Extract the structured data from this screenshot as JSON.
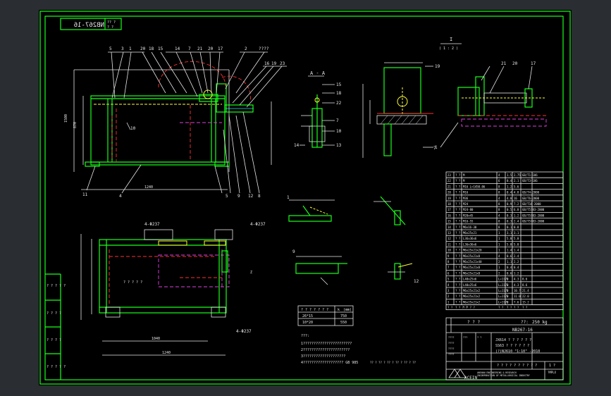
{
  "drawing": {
    "number": "NB267-16",
    "number_mirrored": "NB267-16",
    "title_block": {
      "code": "NB267-16",
      "line1": "JX614 ? ? ? ? ? ?",
      "line2": "SS63 ? ? ? ? ? ?",
      "line3": "(?)NJ610  \"1:10\" -2010",
      "mass_label": "??:",
      "mass_value": "250 kg",
      "total_label": "? ? ?",
      "scale_row": "? ? ? ? ? ? ? ? ? ?",
      "sheet_left": "1 ?",
      "sheet_right": "?MPLX",
      "company": "ACEIN",
      "company_line1": "ANSHAN ENGINEERING & RESEARCH",
      "company_line2": "INCORPORATION OF METALLURGICAL INDUSTRY"
    },
    "section_label": "A - A",
    "detail_label": "I",
    "detail_scale": "( 1 : 2 )",
    "side_labels": [
      "? ? ? ? ?",
      "? ? ? ?",
      "? ? ? ?",
      "? ? ? ? ?"
    ],
    "weld_table": {
      "header": [
        "? ? ? ? ? ? ?",
        "k",
        "(mm)"
      ],
      "rows": [
        [
          "26*15",
          "750"
        ],
        [
          "10*20",
          "550"
        ]
      ]
    },
    "notes": {
      "title": "???:",
      "lines": [
        "1???????????????????????",
        "2??????????????????????",
        "3????????????????????",
        "4??????????????????? GB 985"
      ]
    },
    "callouts_top": [
      "5",
      "3",
      "1",
      "20",
      "18",
      "15",
      "14",
      "7",
      "21",
      "20",
      "17",
      "2",
      "????",
      "16",
      "19",
      "23"
    ],
    "callouts_bottom": [
      "11",
      "4",
      "5",
      "10",
      "9",
      "12",
      "8"
    ],
    "callouts_section": [
      "15",
      "18",
      "22",
      "7",
      "10",
      "13"
    ],
    "callouts_detail": [
      "19",
      "1",
      "21",
      "20",
      "17",
      "7"
    ],
    "dims_top": [
      "4-Φ237",
      "4-Φ237"
    ],
    "bom": {
      "rows": [
        [
          "23",
          "? ?",
          "M",
          "4",
          "1.5",
          "2.75",
          "GB/T1-186"
        ],
        [
          "22",
          "? ?",
          "M",
          "6",
          "0.4",
          "2.1",
          "GB/T3-186"
        ],
        [
          "21",
          "? ?",
          "M16 L=1450.06",
          "8",
          "1.2",
          "5.6",
          ""
        ],
        [
          "20",
          "? ?",
          "M16",
          "8",
          "0.4",
          "4.8",
          "GB/T4-2000"
        ],
        [
          "19",
          "? ?",
          "M36",
          "4",
          "4.0",
          "16",
          "GB/T6-2000"
        ],
        [
          "18",
          "? ?",
          "M24",
          "8",
          "0.9",
          "7.2",
          "GB/T16-2000"
        ],
        [
          "17",
          "? ?",
          "M24-80",
          "8",
          "0.5",
          "6.0",
          "GB/T5783-2000"
        ],
        [
          "16",
          "? ?",
          "M20x45",
          "4",
          "0.3",
          "1.2",
          "GB/T5783-2000"
        ],
        [
          "15",
          "? ?",
          "M16-55",
          "8",
          "0.3",
          "2.4",
          "GB/T5783-2000"
        ],
        [
          "14",
          "? ?",
          "M6x16-30",
          "8",
          "0.1",
          "0.8",
          ""
        ],
        [
          "13",
          "? ?",
          "M6x25x21",
          "1",
          "3.1",
          "3.1",
          ""
        ],
        [
          "12",
          "? ?",
          "L36x36x6",
          "1",
          "5.0",
          "5.0",
          ""
        ],
        [
          "11",
          "? ?",
          "L36x36x6",
          "1",
          "5.0",
          "5.0",
          ""
        ],
        [
          "10",
          "? ?",
          "M6x25x21x28",
          "1",
          "1.4",
          "1.4",
          ""
        ],
        [
          "9",
          "? ?",
          "M6x25x21x8",
          "4",
          "0.6",
          "2.4",
          ""
        ],
        [
          "8",
          "? ?",
          "M6x25x21x40",
          "2",
          "1.1",
          "2.2",
          ""
        ],
        [
          "7",
          "? ?",
          "M6x25x21x8",
          "1",
          "0.4",
          "0.4",
          ""
        ],
        [
          "6",
          "? ?",
          "M6x25x21x8",
          "2",
          "0.6",
          "1.2",
          ""
        ],
        [
          "5",
          "? ?",
          "L40x25x6",
          "L=1170",
          "2",
          "4.3",
          "8.6"
        ],
        [
          "4",
          "? ?",
          "L40x25x6",
          "L=1170",
          "2",
          "4.3",
          "8.6"
        ],
        [
          "3",
          "? ?",
          "M6x25x21x2",
          "L=1170",
          "2",
          "10.7",
          "21.4"
        ],
        [
          "2",
          "? ?",
          "M6x25x21x2",
          "L=1170",
          "2",
          "11.0",
          "22.0"
        ],
        [
          "1",
          "? ?",
          "M6x25x21x2",
          "L=1170",
          "2",
          "7.6",
          "15.2"
        ]
      ],
      "header": [
        "? ?",
        "? ? ? ?",
        "?  ?  ?  ?",
        "? ?",
        "? ?",
        "? ?",
        "? ?"
      ]
    }
  }
}
